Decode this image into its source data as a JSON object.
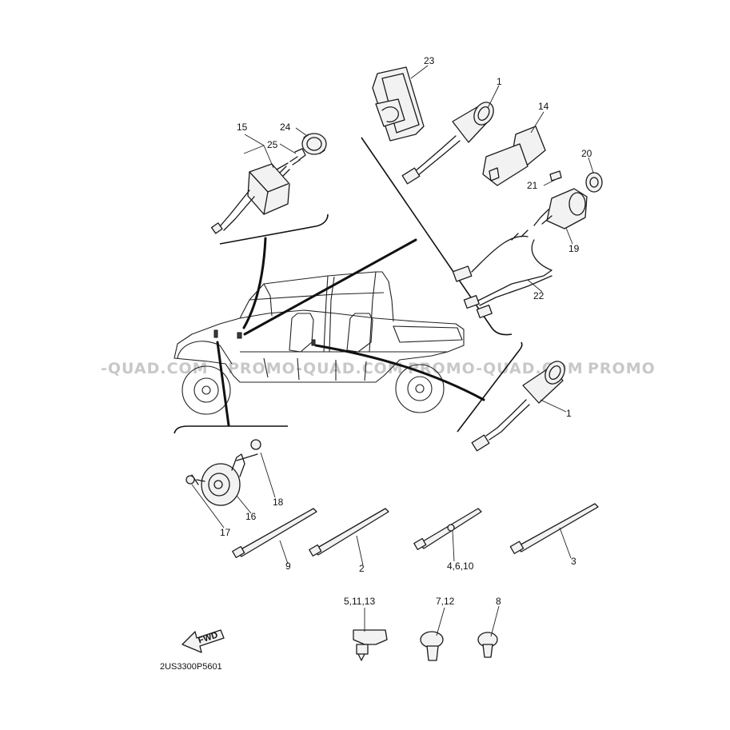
{
  "diagram": {
    "drawing_code": "2US3300P5601",
    "fwd_label": "FWD",
    "watermark": [
      "-QUAD.COM",
      "PROMO-QUAD.COM",
      "PROMO-QUAD.COM",
      "PROMO"
    ],
    "callouts": {
      "c1a": "1",
      "c1b": "1",
      "c2": "2",
      "c3": "3",
      "c4610": "4,6,10",
      "c51113": "5,11,13",
      "c712": "7,12",
      "c8": "8",
      "c9": "9",
      "c14": "14",
      "c15": "15",
      "c16": "16",
      "c17": "17",
      "c18": "18",
      "c19": "19",
      "c20": "20",
      "c21": "21",
      "c22": "22",
      "c23": "23",
      "c24": "24",
      "c25": "25"
    }
  }
}
